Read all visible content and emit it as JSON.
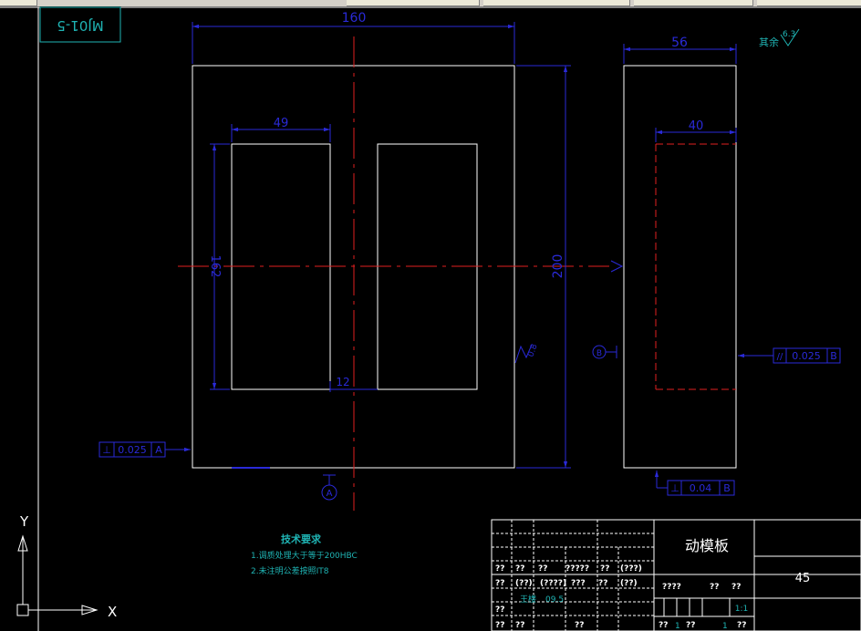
{
  "drawing": {
    "stamp": "MJ01-5",
    "main_view": {
      "width_dim": "160",
      "height_dim": "200",
      "pocket_width_dim": "49",
      "pocket_height_dim": "162",
      "gap_dim": "12",
      "datum_label": "A",
      "flatness_tolerance": {
        "symbol": "⊥",
        "value": "0.025",
        "datum": "A"
      },
      "roughness": "0.8"
    },
    "side_view": {
      "width_dim": "56",
      "pocket_depth_dim": "40",
      "datum_label": "B",
      "parallel_tolerance": {
        "symbol": "//",
        "value": "0.025",
        "datum": "B"
      },
      "perp_tolerance": {
        "symbol": "⊥",
        "value": "0.04",
        "datum": "B"
      }
    },
    "surface_note": {
      "text": "其余",
      "roughness": "6.3"
    }
  },
  "tech_requirements": {
    "title": "技术要求",
    "items": [
      "1.调质处理大于等于200HBC",
      "2.未注明公差按照IT8"
    ]
  },
  "title_block": {
    "part_name": "动模板",
    "material": "45",
    "scale": "1:1",
    "drawer": "王楼",
    "date": "09.5",
    "q": "??",
    "q5": "?????",
    "q3": "???",
    "q4": "????",
    "qp": "(??)",
    "qp3": "(???)",
    "qp4": "(????)",
    "one": "1"
  },
  "ucs": {
    "x_label": "X",
    "y_label": "Y"
  }
}
